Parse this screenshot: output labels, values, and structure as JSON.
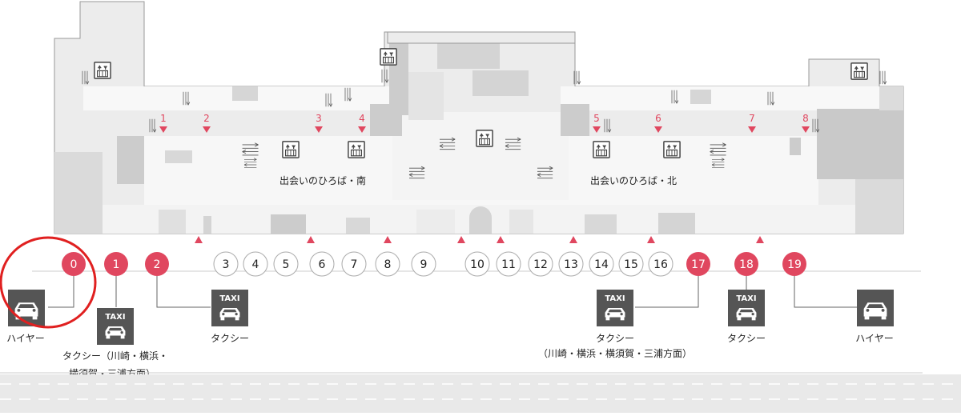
{
  "areas": {
    "south": "出会いのひろば・南",
    "north": "出会いのひろば・北"
  },
  "exits": [
    "1",
    "2",
    "3",
    "4",
    "5",
    "6",
    "7",
    "8"
  ],
  "stops": {
    "highlighted": [
      "0",
      "1",
      "2",
      "17",
      "18",
      "19"
    ],
    "regular": [
      "3",
      "4",
      "5",
      "6",
      "7",
      "8",
      "9",
      "10",
      "11",
      "12",
      "13",
      "14",
      "15",
      "16"
    ]
  },
  "icons": {
    "taxi_badge": "TAXI",
    "elevator": "elevator-icon",
    "escalator": "escalator-icon",
    "car": "car-icon",
    "taxi": "taxi-icon"
  },
  "labels": {
    "hire_left": "ハイヤー",
    "taxi_kawasaki_line1": "タクシー（川崎・横浜・",
    "taxi_kawasaki_line2": "横須賀・三浦方面）",
    "taxi_2": "タクシー",
    "taxi_17_line1": "タクシー",
    "taxi_17_line2": "（川崎・横浜・横須賀・三浦方面）",
    "taxi_18": "タクシー",
    "hire_right": "ハイヤー"
  },
  "colors": {
    "accent": "#e0475f",
    "building": "#ececec",
    "building_dark": "#cccccc",
    "building_mid": "#dadada",
    "walkway": "#f7f7f7",
    "icon_dark": "#555555",
    "road": "#e9e9e9",
    "circle_highlight": "#e02020"
  }
}
